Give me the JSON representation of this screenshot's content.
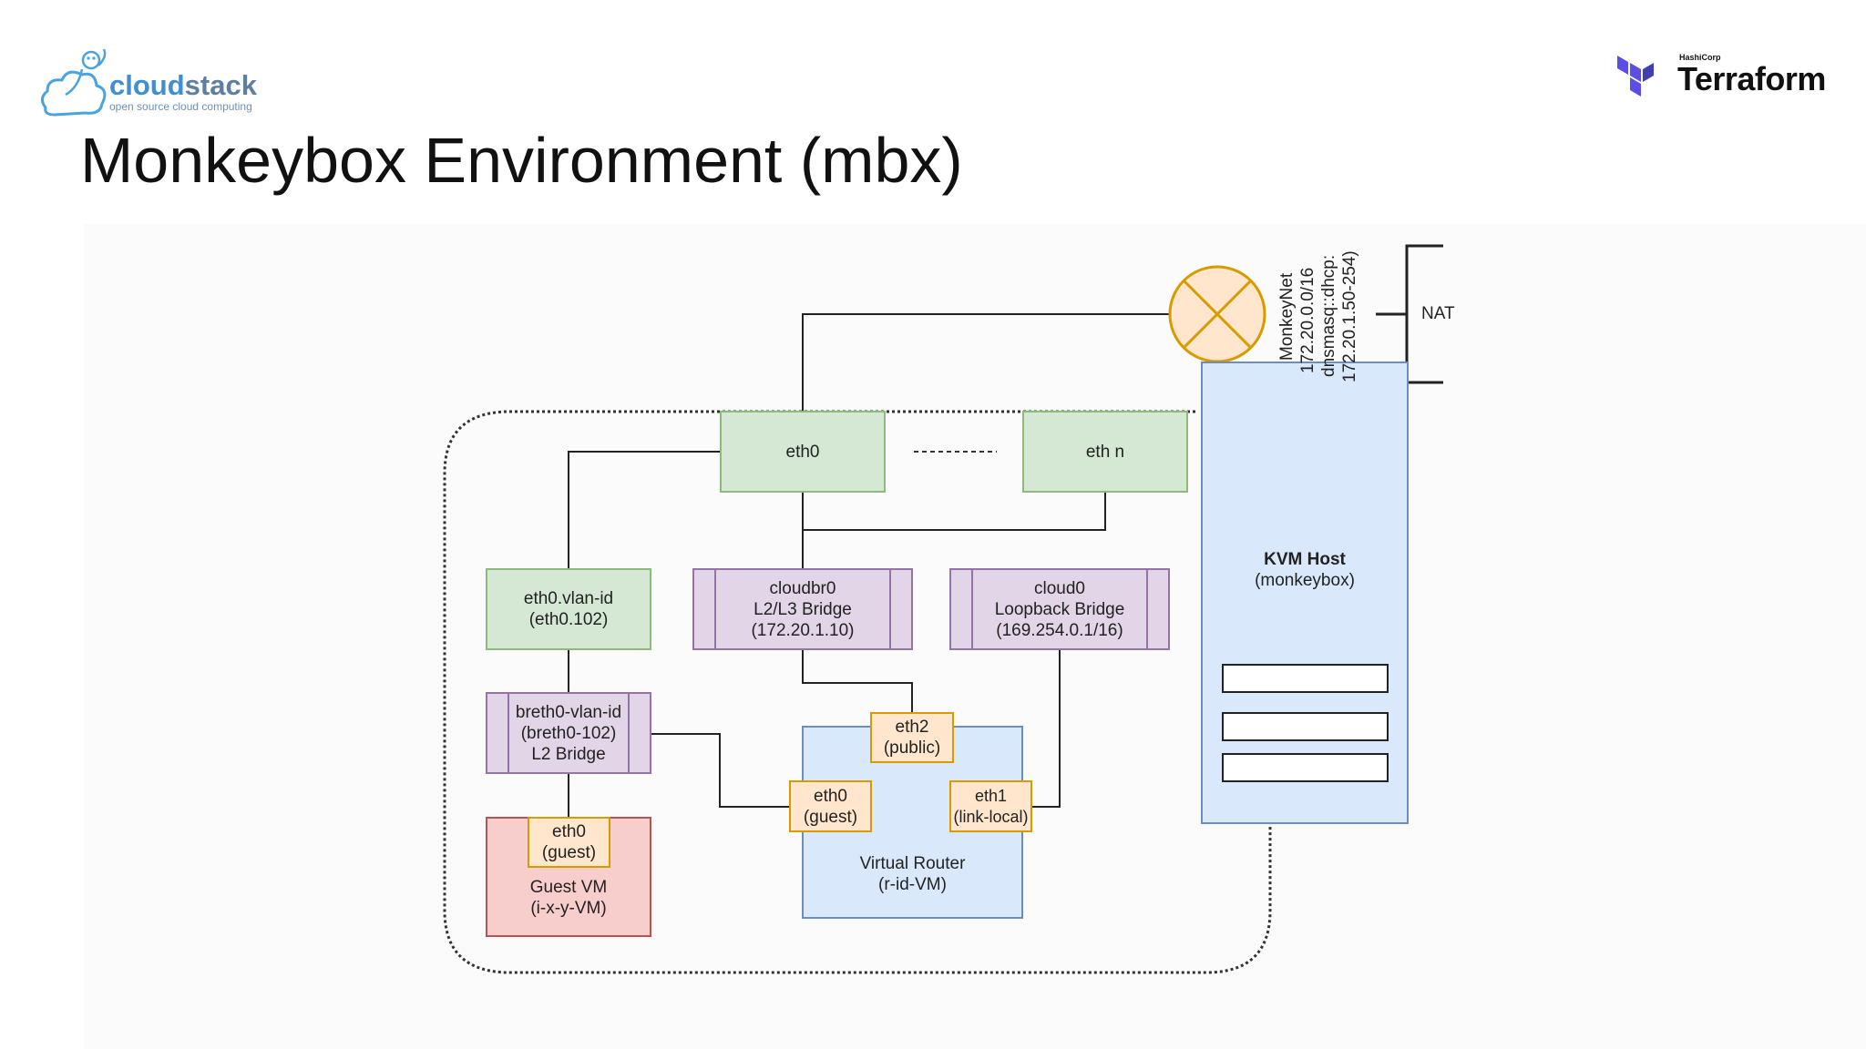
{
  "header": {
    "cloudstack_logo": {
      "word_a": "cloud",
      "word_b": "stack",
      "tagline": "open source cloud computing",
      "color_a": "#3f8fd2",
      "color_b": "#5e7f9f"
    },
    "terraform_logo": {
      "vendor": "HashiCorp",
      "product": "Terraform",
      "color": "#5c4ee5"
    },
    "title": "Monkeybox Environment (mbx)"
  },
  "diagram": {
    "nat": "NAT",
    "monkeynet": [
      "MonkeyNet",
      "172.20.0.0/16",
      "dnsmasq::dhcp:",
      "172.20.1.50-254)"
    ],
    "kvm_host": {
      "name": "KVM Host",
      "sub": "(monkeybox)"
    },
    "eth0_top": "eth0",
    "eth_n": "eth n",
    "ellipsis": "---------",
    "eth0_vlan": [
      "eth0.vlan-id",
      "(eth0.102)"
    ],
    "cloudbr0": [
      "cloudbr0",
      "L2/L3 Bridge",
      "(172.20.1.10)"
    ],
    "cloud0": [
      "cloud0",
      "Loopback Bridge",
      "(169.254.0.1/16)"
    ],
    "breth0": [
      "breth0-vlan-id",
      "(breth0-102)",
      "L2 Bridge"
    ],
    "eth2_public": [
      "eth2",
      "(public)"
    ],
    "vr_eth0": [
      "eth0",
      "(guest)"
    ],
    "vr_eth1": [
      "eth1",
      "(link-local)"
    ],
    "virtual_router": [
      "Virtual Router",
      "(r-id-VM)"
    ],
    "guest_eth0": [
      "eth0",
      "(guest)"
    ],
    "guest_vm": [
      "Guest VM",
      "(i-x-y-VM)"
    ]
  }
}
